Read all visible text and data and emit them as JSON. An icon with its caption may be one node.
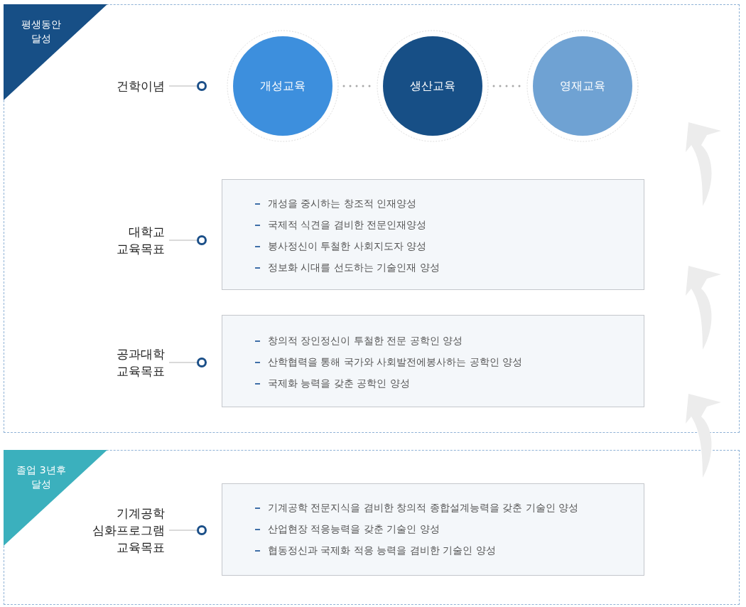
{
  "diagram": {
    "nodes": [
      {
        "text": [
          "평생동안 달성"
        ]
      },
      {
        "text": [
          "건학이념"
        ],
        "in": 0
      },
      {
        "text": [],
        "shape": "circle",
        "in": 0
      },
      {
        "text": [
          "개성교육"
        ],
        "in": 0
      },
      {
        "text": [
          "생산교육"
        ],
        "in": 0
      },
      {
        "text": [
          "영재교육"
        ],
        "in": 0
      },
      {
        "text": [
          "대학교 교육목표"
        ],
        "in": 0
      },
      {
        "text": [],
        "shape": "circle",
        "in": 0
      },
      {
        "text": [
          "개성을 중시하는 창조적 인재양성",
          "국제적 식견을 겸비한 전문인재양성",
          "봉사정신이 투철한 사회지도자 양성",
          "정보화 시대를 선도하는 기술인재 양성"
        ],
        "in": 0
      },
      {
        "text": [
          "공과대학 교육목표"
        ],
        "in": 0
      },
      {
        "text": [],
        "shape": "circle",
        "in": 0
      },
      {
        "text": [
          "창의적 장인정신이 투철한 전문 공학인 양성",
          "산학협력을 통해 국가와 사회발전에봉사하는 공학인 양성",
          "국제화 능력을 갖춘 공학인 양성"
        ],
        "in": 0
      },
      {
        "text": [
          "졸업 3년후 달성"
        ]
      },
      {
        "text": [
          "기계공학 심화프로그램 교육목표"
        ],
        "in": 12
      },
      {
        "text": [],
        "shape": "circle",
        "in": 12
      },
      {
        "text": [
          "기계공학 전문지식을 겸비한 창의적 종합설계능력을 갖춘 기술인 양성",
          "산업현장 적응능력을 갖춘 기술인 양성",
          "협동정신과 국제화 적응 능력을 겸비한 기술인 양성"
        ],
        "in": 12
      }
    ],
    "edges": [
      {
        "from": 1,
        "to": 2,
        "arrow": "none"
      },
      {
        "from": 3,
        "to": 4,
        "arrow": "none",
        "style": "dashed"
      },
      {
        "from": 4,
        "to": 5,
        "arrow": "none",
        "style": "dashed"
      },
      {
        "from": 6,
        "to": 7,
        "arrow": "none"
      },
      {
        "from": 9,
        "to": 10,
        "arrow": "none"
      },
      {
        "from": 13,
        "to": 14,
        "arrow": "none"
      }
    ]
  }
}
